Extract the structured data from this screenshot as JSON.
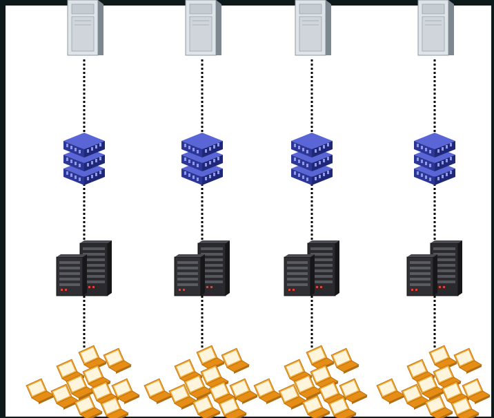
{
  "diagram": {
    "columns": [
      {
        "id": "col-1",
        "tiers": [
          "server-tower-icon",
          "storage-stack-icon",
          "network-switch-chassis-icon",
          "laptop-cluster-icon"
        ]
      },
      {
        "id": "col-2",
        "tiers": [
          "server-tower-icon",
          "storage-stack-icon",
          "network-switch-chassis-icon",
          "laptop-cluster-icon"
        ]
      },
      {
        "id": "col-3",
        "tiers": [
          "server-tower-icon",
          "storage-stack-icon",
          "network-switch-chassis-icon",
          "laptop-cluster-icon"
        ]
      },
      {
        "id": "col-4",
        "tiers": [
          "server-tower-icon",
          "storage-stack-icon",
          "network-switch-chassis-icon",
          "laptop-cluster-icon"
        ]
      }
    ],
    "link_style": "dotted",
    "colors": {
      "background": "#ffffff",
      "border": "#0e1a1a",
      "server": "#c9d0d6",
      "storage": "#3a46b8",
      "switch": "#2a2a2e",
      "laptop": "#f0a428",
      "link": "#000000"
    }
  }
}
